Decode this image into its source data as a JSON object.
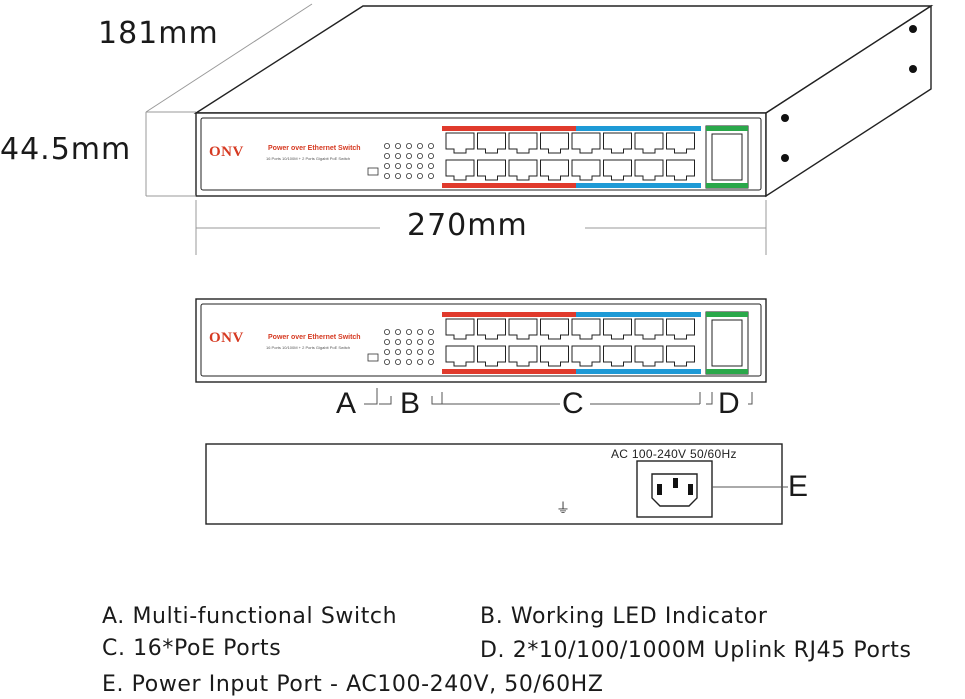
{
  "dimensions": {
    "depth": "181mm",
    "height": "44.5mm",
    "width": "270mm"
  },
  "brand": {
    "logo": "ONV",
    "title": "Power over Ethernet Switch",
    "subtitle": "16 Ports 10/100M + 2 Ports Gigabit PoE Switch"
  },
  "callouts": {
    "a": "A",
    "b": "B",
    "c": "C",
    "d": "D",
    "e": "E"
  },
  "rear_panel": {
    "power_label": "AC 100-240V 50/60Hz"
  },
  "legend": {
    "a": "A. Multi-functional Switch",
    "b": "B. Working LED Indicator",
    "c": "C. 16*PoE Ports",
    "d": "D. 2*10/100/1000M Uplink RJ45 Ports",
    "e": "E. Power Input Port - AC100-240V, 50/60HZ"
  },
  "colors": {
    "poe_group_red": "#e03a2c",
    "poe_group_blue": "#1e9ad6",
    "uplink_green": "#2aa84a",
    "brand": "#d63a22",
    "line": "#1a1a1a"
  }
}
